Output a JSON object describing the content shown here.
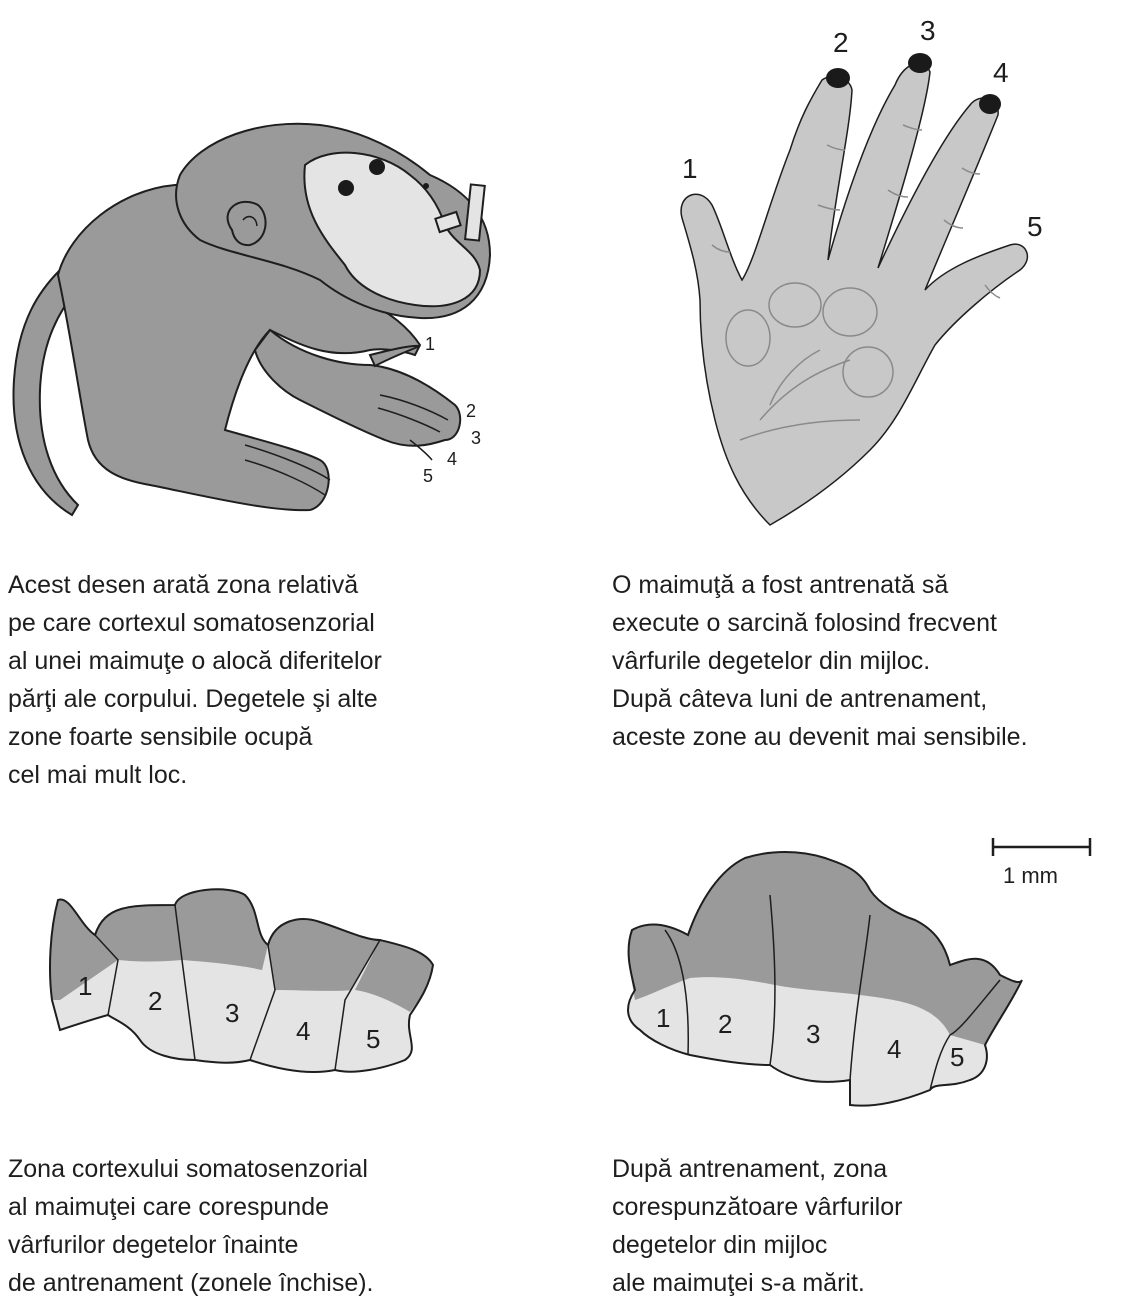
{
  "monkey": {
    "finger_labels": [
      "1",
      "2",
      "3",
      "4",
      "5"
    ],
    "caption_lines": [
      "Acest desen arată zona relativă",
      "pe care cortexul somatosenzorial",
      "al unei maimuţe o alocă diferitelor",
      "părţi ale corpului. Degetele şi alte",
      "zone foarte sensibile ocupă",
      "cel mai mult loc."
    ]
  },
  "hand": {
    "finger_labels": [
      "1",
      "2",
      "3",
      "4",
      "5"
    ],
    "caption_lines": [
      "O maimuţă a fost antrenată să",
      "execute o sarcină folosind frecvent",
      "vârfurile degetelor din mijloc.",
      "După câteva luni de antrenament,",
      "aceste zone au devenit mai sensibile."
    ]
  },
  "cortex_before": {
    "zone_labels": [
      "1",
      "2",
      "3",
      "4",
      "5"
    ],
    "caption_lines": [
      "Zona cortexului somatosenzorial",
      "al maimuţei care corespunde",
      "vârfurilor degetelor înainte",
      "de antrenament (zonele închise)."
    ]
  },
  "cortex_after": {
    "zone_labels": [
      "1",
      "2",
      "3",
      "4",
      "5"
    ],
    "scale_label": "1 mm",
    "caption_lines": [
      "După antrenament, zona",
      "corespunzătoare vârfurilor",
      "degetelor din mijloc",
      "ale maimuţei s-a mărit."
    ]
  },
  "colors": {
    "dark_gray": "#9a9a9a",
    "light_gray": "#c8c8c8",
    "pale_gray": "#e4e4e4",
    "outline": "#1e1e1e"
  }
}
